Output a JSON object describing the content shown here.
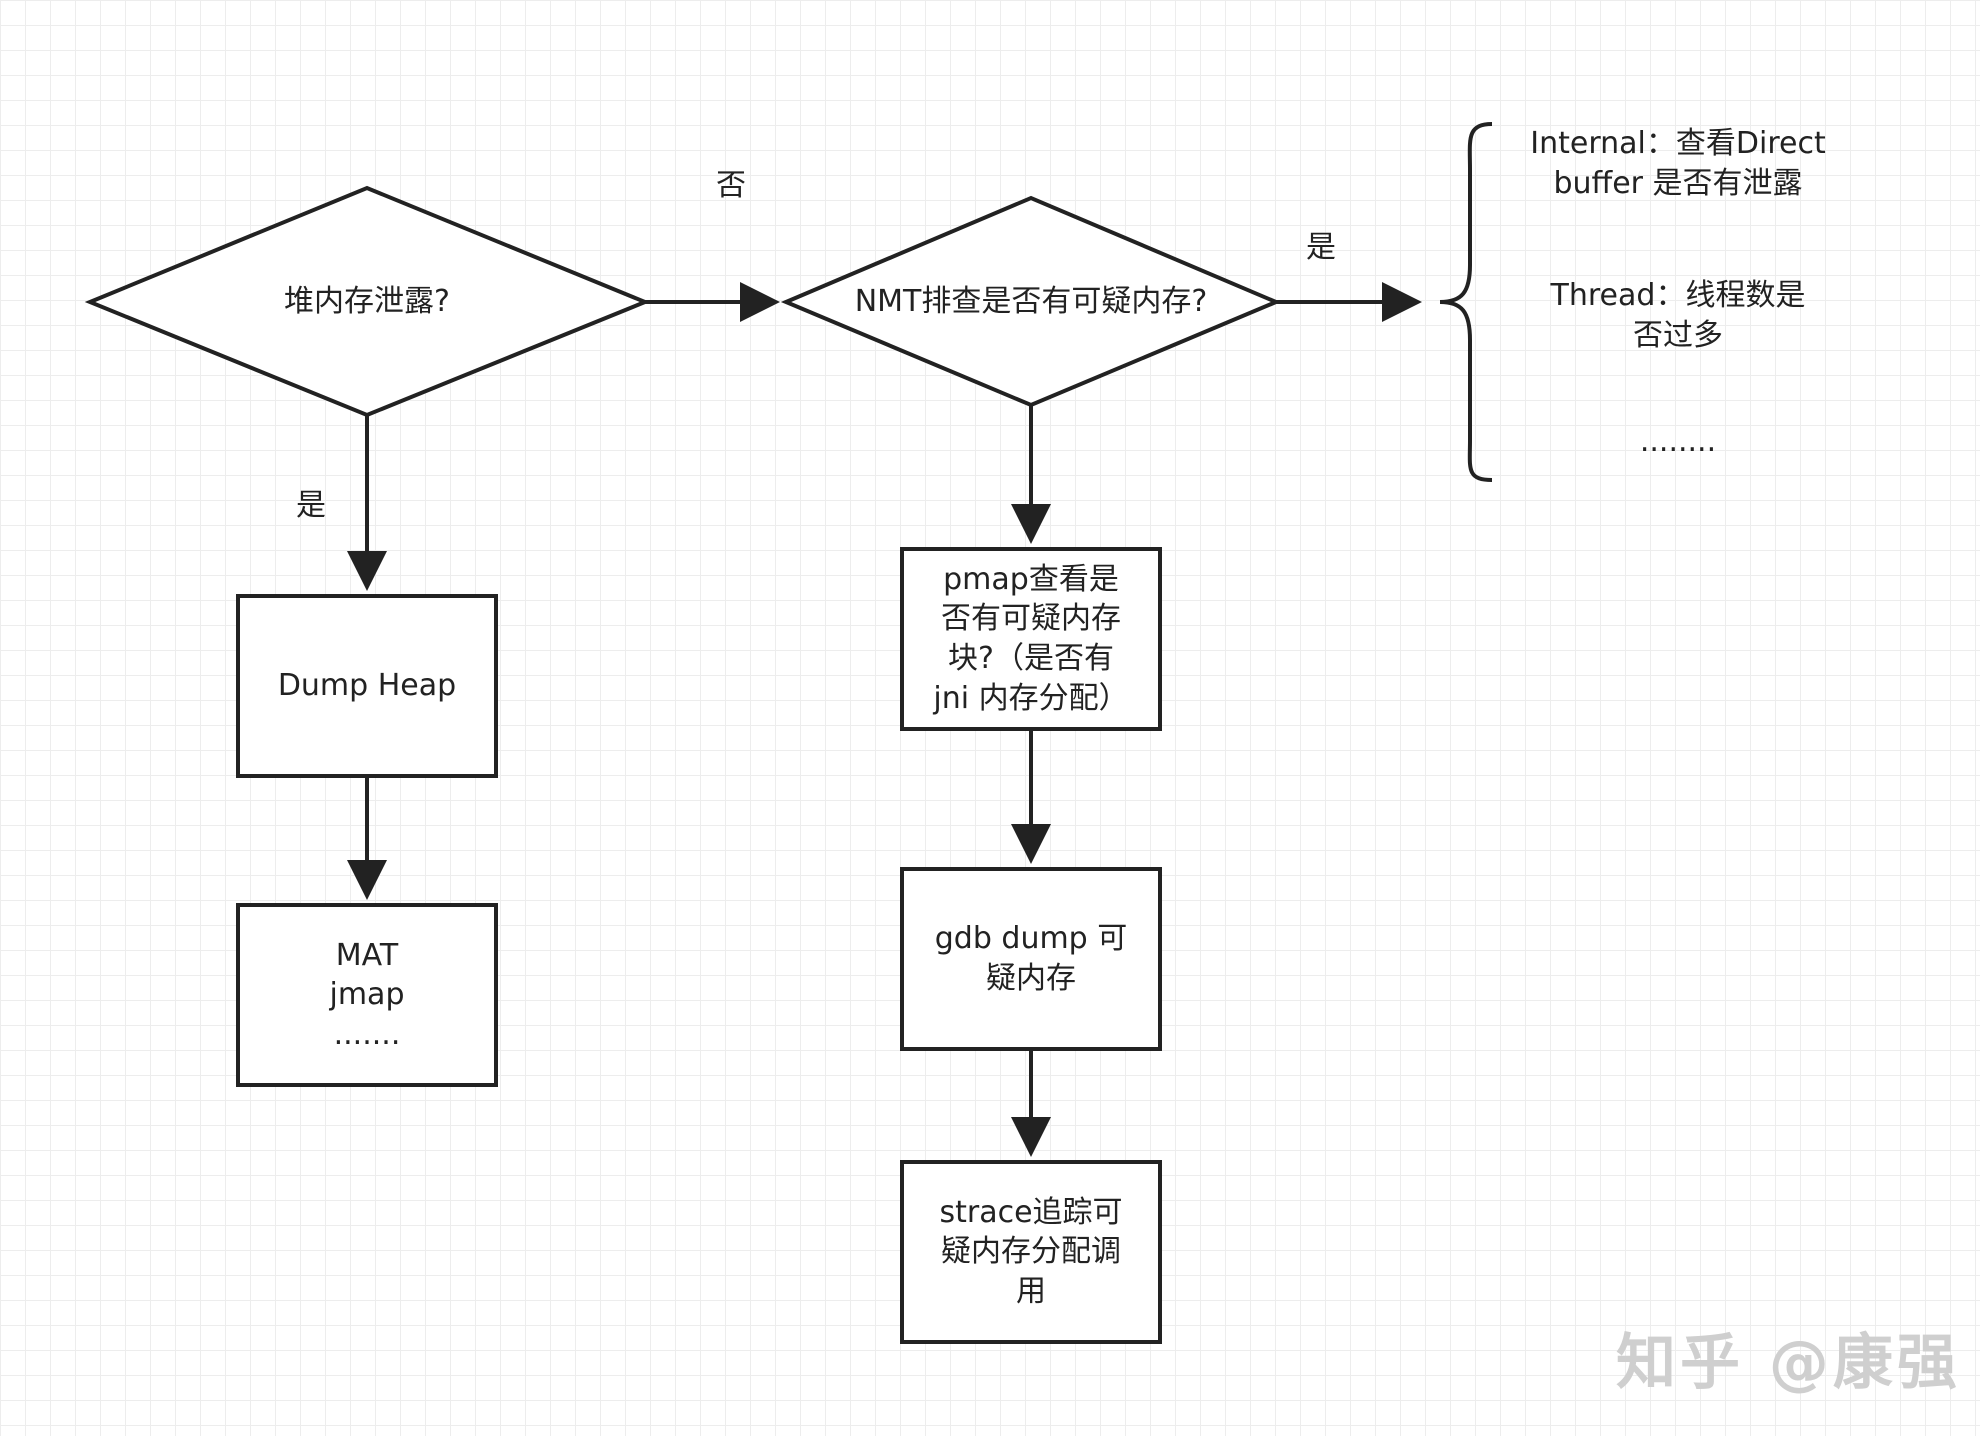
{
  "nodes": {
    "heap_leak": "堆内存泄露?",
    "nmt_check": "NMT排查是否有可疑内存?",
    "dump_heap": "Dump Heap",
    "mat_jmap": "MAT\njmap\n.......",
    "pmap_check": "pmap查看是\n否有可疑内存\n块?（是否有\njni 内存分配）",
    "gdb_dump": "gdb dump 可\n疑内存",
    "strace_trace": "strace追踪可\n疑内存分配调\n用"
  },
  "edge_labels": {
    "no": "否",
    "yes_right": "是",
    "yes_down": "是"
  },
  "brace_notes": {
    "internal": "Internal：查看Direct\nbuffer 是否有泄露",
    "thread": "Thread：线程数是\n否过多",
    "more": "........"
  },
  "watermark": "知乎 @康强"
}
